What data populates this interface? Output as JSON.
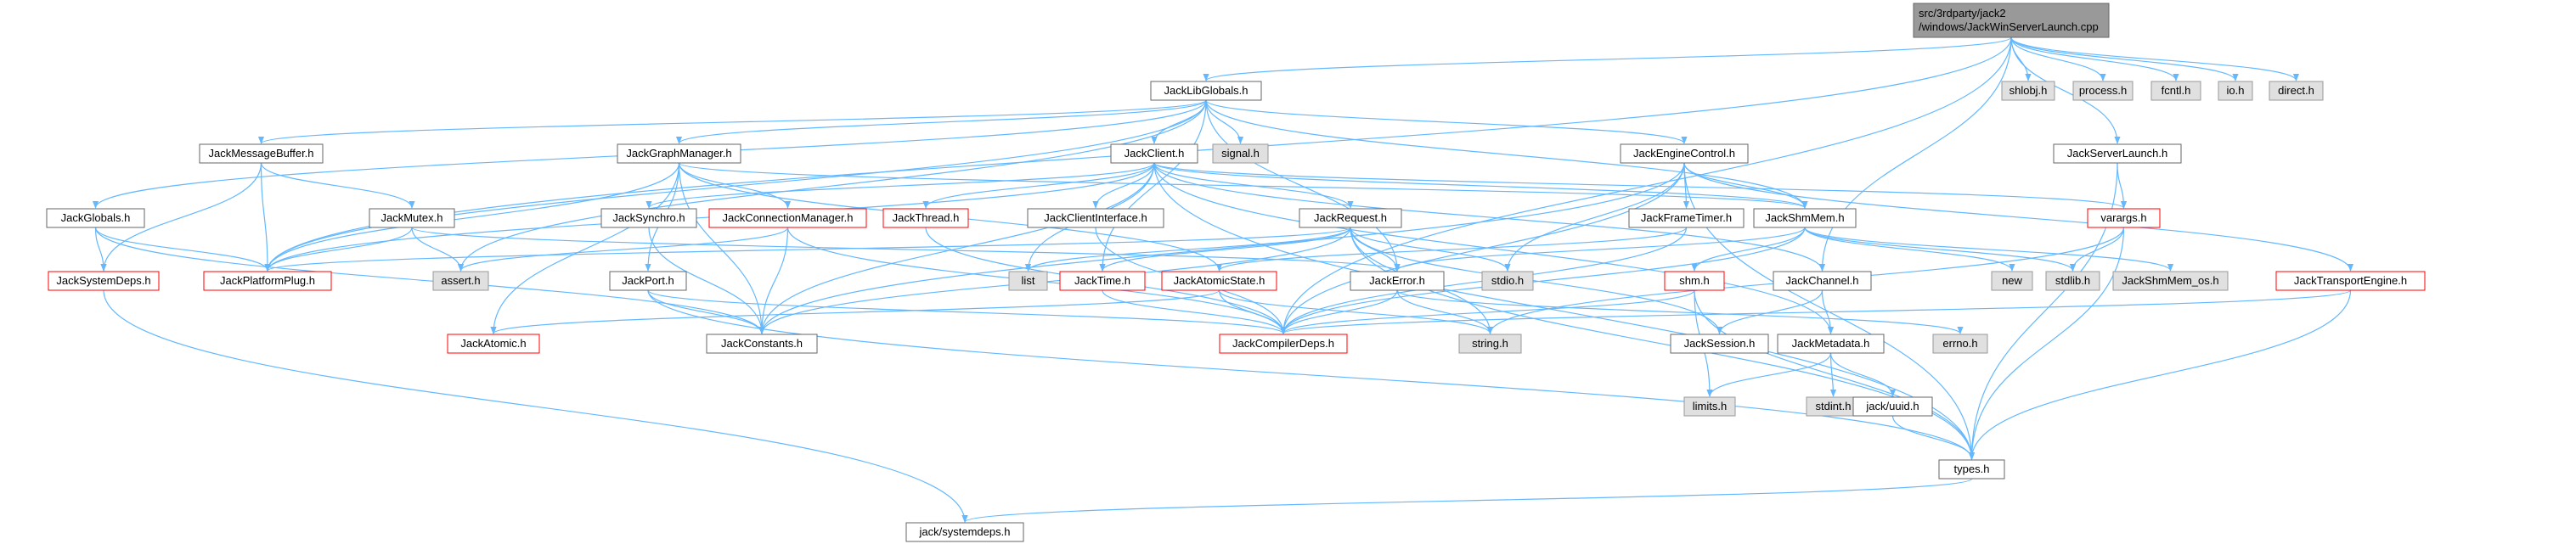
{
  "diagram": {
    "colors": {
      "edge": "#63b8ff",
      "root_fill": "#999999",
      "node_fill": "#ffffff",
      "system_fill": "#e0e0e0",
      "node_stroke": "#666666",
      "system_stroke": "#999999",
      "truncated_stroke": "#ff0000",
      "text": "#000000"
    },
    "nodes": {
      "root": {
        "line1": "src/3rdparty/jack2",
        "line2": "/windows/JackWinServerLaunch.cpp"
      },
      "JackLibGlobals": {
        "label": "JackLibGlobals.h"
      },
      "shlobj": {
        "label": "shlobj.h"
      },
      "process": {
        "label": "process.h"
      },
      "fcntl": {
        "label": "fcntl.h"
      },
      "io": {
        "label": "io.h"
      },
      "direct": {
        "label": "direct.h"
      },
      "JackMessageBuffer": {
        "label": "JackMessageBuffer.h"
      },
      "JackGraphManager": {
        "label": "JackGraphManager.h"
      },
      "JackClient": {
        "label": "JackClient.h"
      },
      "signal": {
        "label": "signal.h"
      },
      "JackEngineControl": {
        "label": "JackEngineControl.h"
      },
      "JackServerLaunch": {
        "label": "JackServerLaunch.h"
      },
      "JackGlobals": {
        "label": "JackGlobals.h"
      },
      "JackMutex": {
        "label": "JackMutex.h"
      },
      "JackSynchro": {
        "label": "JackSynchro.h"
      },
      "JackConnectionManager": {
        "label": "JackConnectionManager.h"
      },
      "JackThread": {
        "label": "JackThread.h"
      },
      "JackClientInterface": {
        "label": "JackClientInterface.h"
      },
      "JackRequest": {
        "label": "JackRequest.h"
      },
      "JackFrameTimer": {
        "label": "JackFrameTimer.h"
      },
      "JackShmMem": {
        "label": "JackShmMem.h"
      },
      "varargs": {
        "label": "varargs.h"
      },
      "JackSystemDeps": {
        "label": "JackSystemDeps.h"
      },
      "JackPlatformPlug": {
        "label": "JackPlatformPlug.h"
      },
      "assert": {
        "label": "assert.h"
      },
      "JackPort": {
        "label": "JackPort.h"
      },
      "list": {
        "label": "list"
      },
      "JackTime": {
        "label": "JackTime.h"
      },
      "JackAtomicState": {
        "label": "JackAtomicState.h"
      },
      "JackError": {
        "label": "JackError.h"
      },
      "stdio": {
        "label": "stdio.h"
      },
      "shm": {
        "label": "shm.h"
      },
      "JackChannel": {
        "label": "JackChannel.h"
      },
      "new": {
        "label": "new"
      },
      "stdlib": {
        "label": "stdlib.h"
      },
      "JackShmMem_os": {
        "label": "JackShmMem_os.h"
      },
      "JackTransportEngine": {
        "label": "JackTransportEngine.h"
      },
      "JackAtomic": {
        "label": "JackAtomic.h"
      },
      "JackConstants": {
        "label": "JackConstants.h"
      },
      "JackCompilerDeps": {
        "label": "JackCompilerDeps.h"
      },
      "string": {
        "label": "string.h"
      },
      "JackSession": {
        "label": "JackSession.h"
      },
      "JackMetadata": {
        "label": "JackMetadata.h"
      },
      "errno": {
        "label": "errno.h"
      },
      "limits": {
        "label": "limits.h"
      },
      "stdint": {
        "label": "stdint.h"
      },
      "jack_uuid": {
        "label": "jack/uuid.h"
      },
      "types": {
        "label": "types.h"
      },
      "jack_systemdeps": {
        "label": "jack/systemdeps.h"
      }
    }
  }
}
